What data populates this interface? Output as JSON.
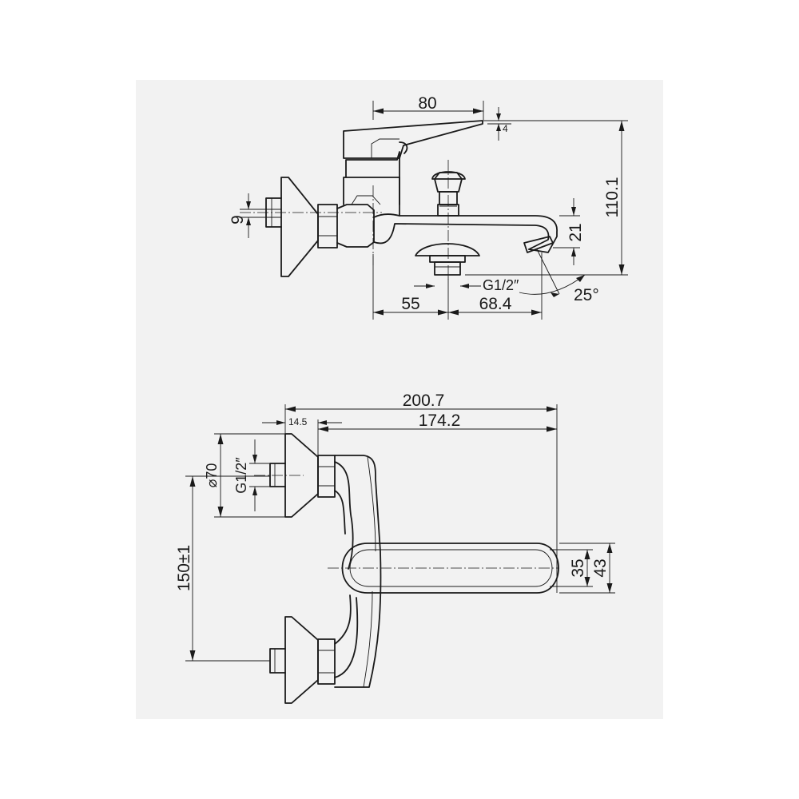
{
  "colors": {
    "sheet_bg": "#f2f2f2",
    "line": "#1a1a1a"
  },
  "side_view": {
    "dim_80": "80",
    "dim_4": "4",
    "dim_110_1": "110.1",
    "dim_9": "9",
    "dim_21": "21",
    "dim_55": "55",
    "dim_68_4": "68.4",
    "thread": "G1/2″",
    "angle": "25°"
  },
  "top_view": {
    "dim_200_7": "200.7",
    "dim_174_2": "174.2",
    "dim_14_5": "14.5",
    "dim_d70": "⌀70",
    "thread": "G1/2″",
    "dim_150": "150±1",
    "dim_35": "35",
    "dim_43": "43"
  }
}
